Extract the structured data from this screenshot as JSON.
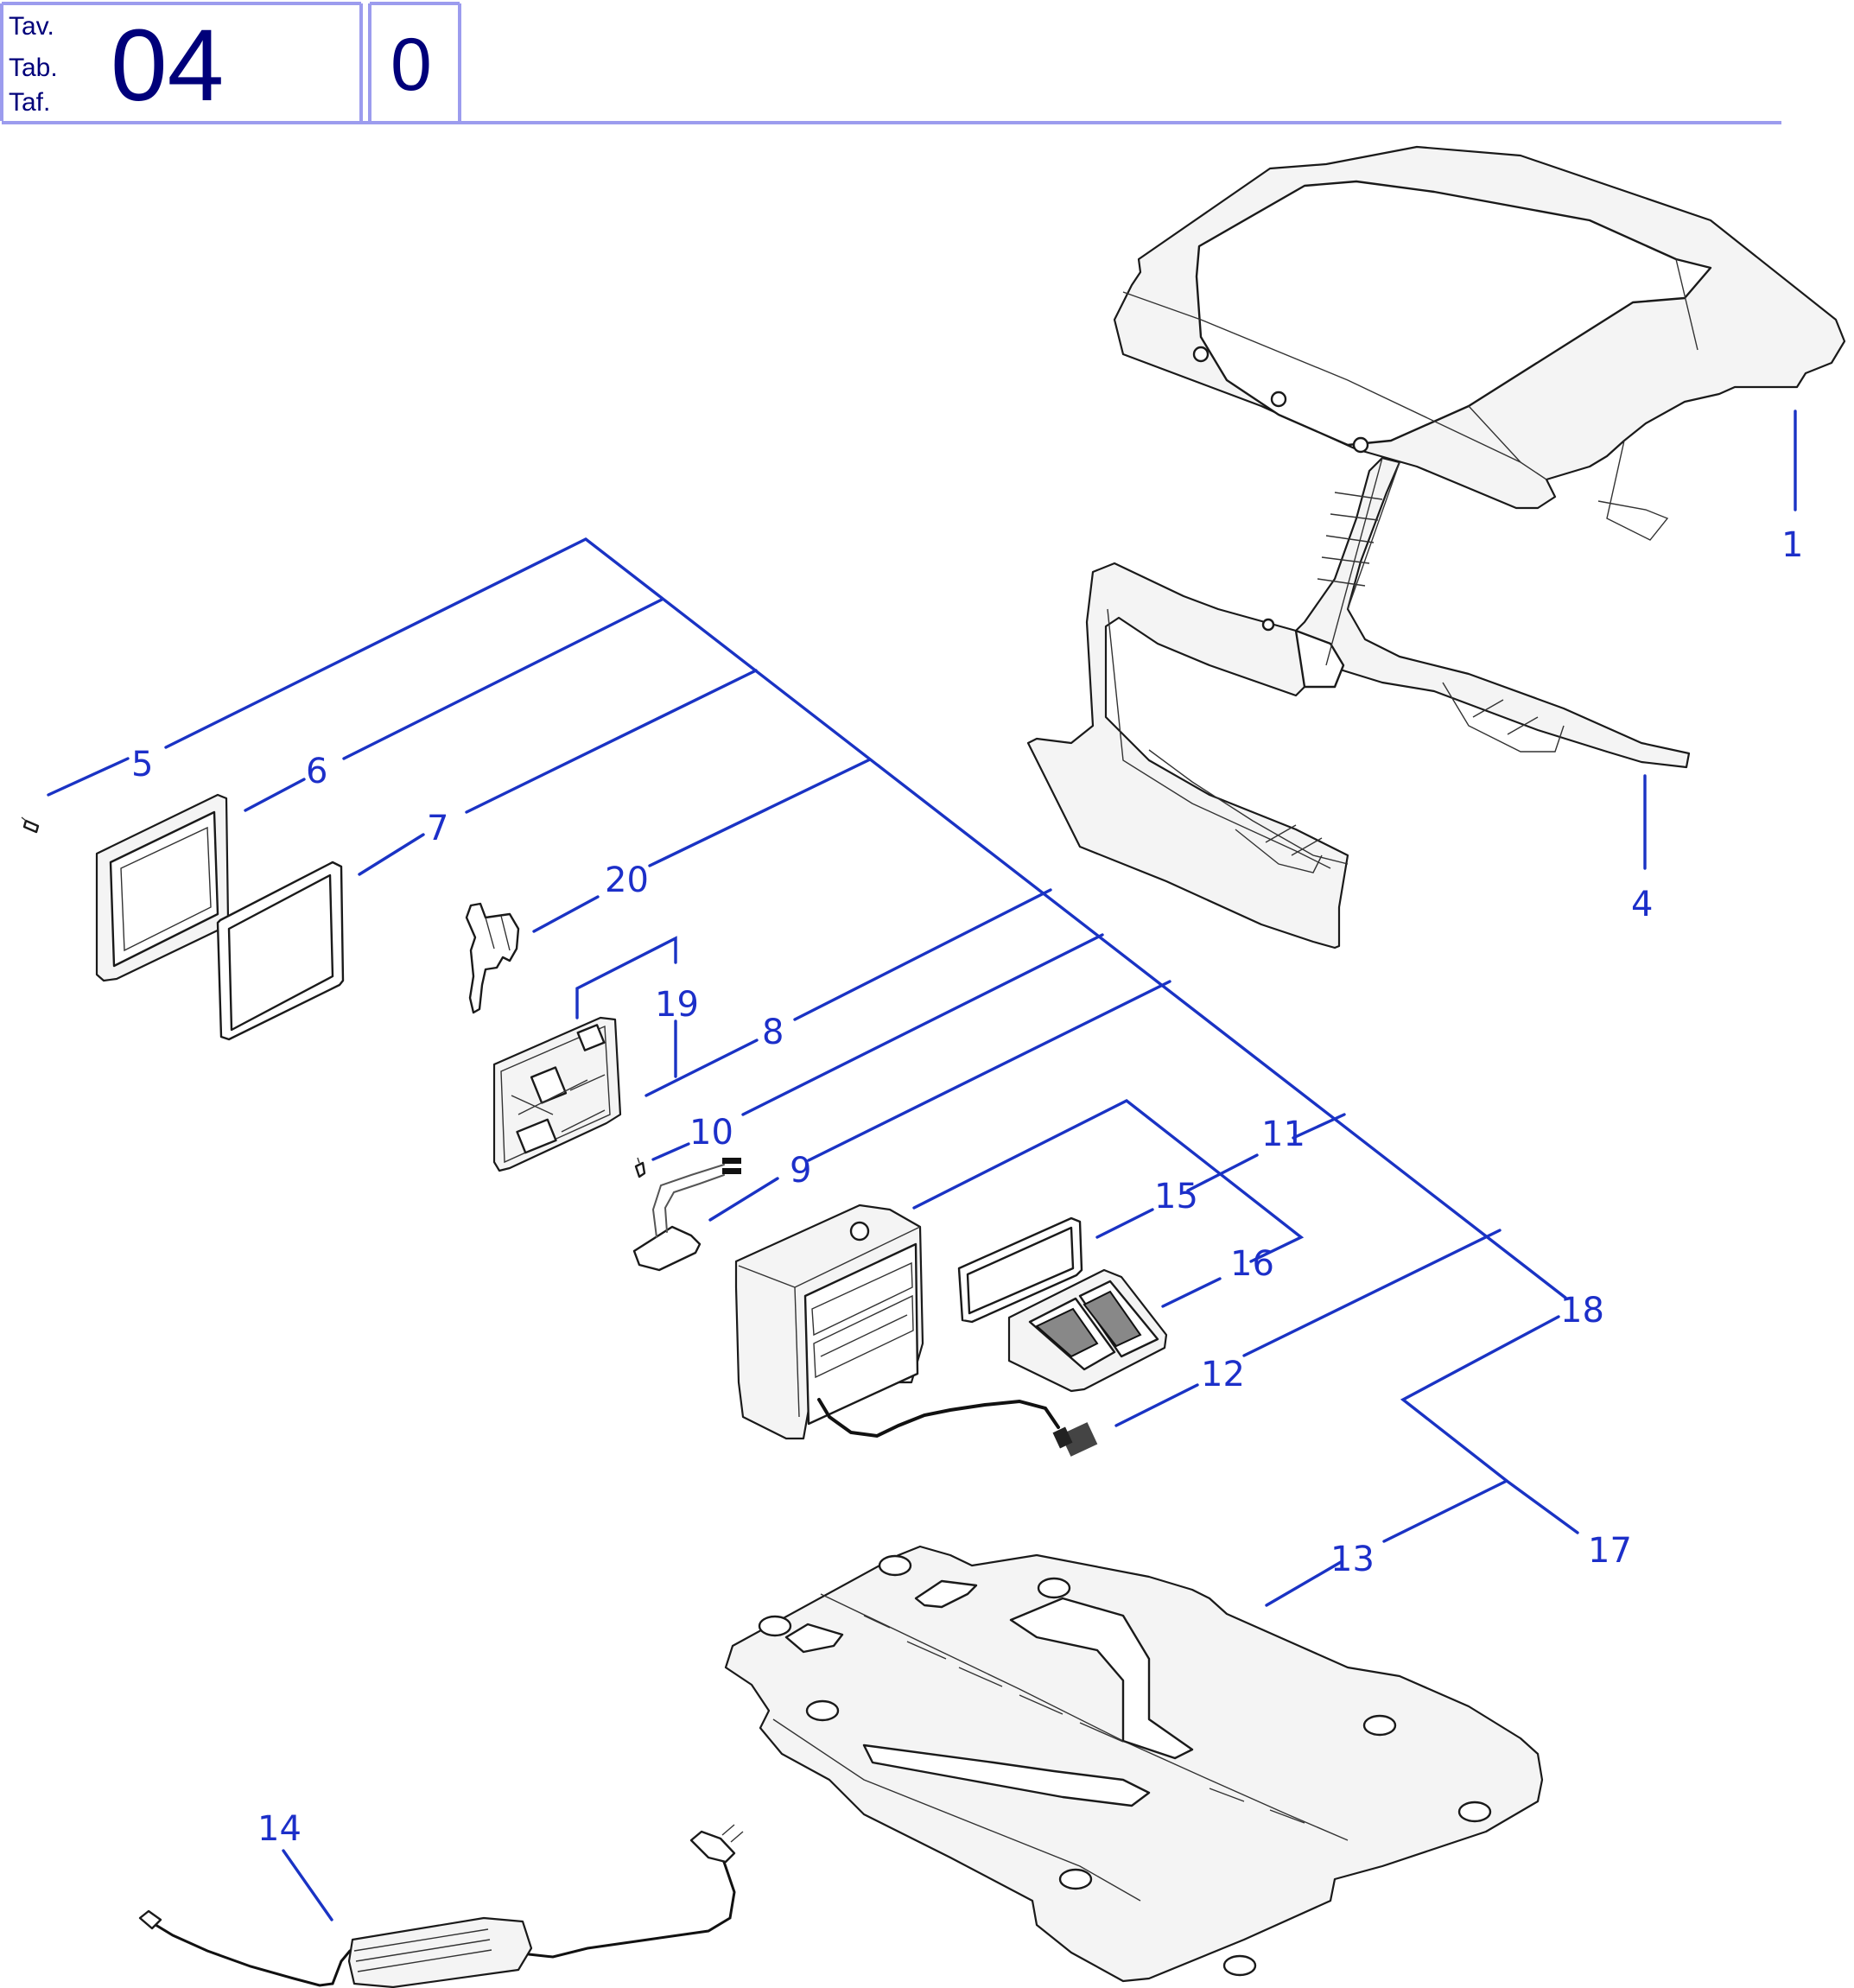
{
  "title_block": {
    "labels": [
      "Tav.",
      "Tab.",
      "Taf."
    ],
    "table_number": "04",
    "revision": "0"
  },
  "callouts": [
    "1",
    "4",
    "5",
    "6",
    "7",
    "20",
    "19",
    "8",
    "10",
    "9",
    "11",
    "15",
    "16",
    "18",
    "12",
    "17",
    "13",
    "14"
  ],
  "colors": {
    "title_text": "#00007a",
    "title_rule": "#9c9cee",
    "leader": "#1a33c4",
    "callout_text": "#1c2fc9",
    "part_outline": "#1a1a1a"
  }
}
